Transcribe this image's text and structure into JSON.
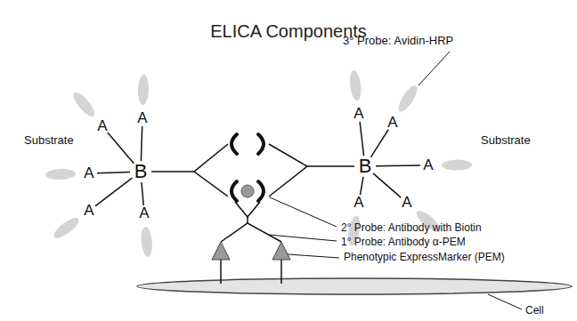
{
  "diagram": {
    "title": "ELICA Components",
    "labels": [
      "3° Probe: Avidin-HRP",
      "Substrate",
      "Substrate",
      "B",
      "A",
      "A",
      "A",
      "A",
      "A",
      "B",
      "A",
      "A",
      "A",
      "A",
      "A",
      "2° Probe: Antibody with Biotin",
      "1° Probe: Antibody α-PEM",
      "Phenotypic ExpressMarker (PEM)",
      "Cell"
    ]
  }
}
